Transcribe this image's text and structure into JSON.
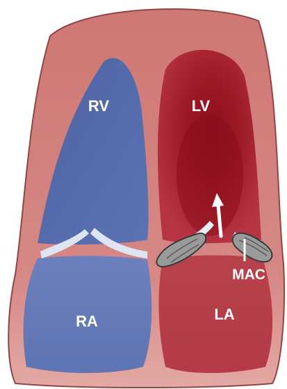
{
  "labels": {
    "rv": "RV",
    "lv": "LV",
    "ra": "RA",
    "la": "LA",
    "mac": "MAC"
  },
  "colors": {
    "myocardium": "#d47f7c",
    "myocardium_outline": "#8a3f3e",
    "right_heart": "#5a6fad",
    "left_heart": "#b12f3b",
    "lv_core": "#8c0f1c",
    "valve": "#dde5f2",
    "calcification": "#9a9a9a"
  }
}
